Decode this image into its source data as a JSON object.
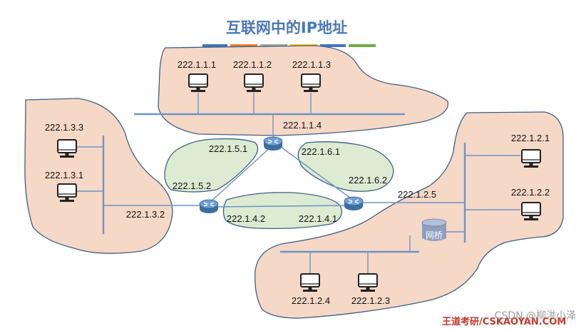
{
  "title": "互联网中的IP地址",
  "title_bar_colors": [
    "#4472c4",
    "#ed7d31",
    "#a5a5a5",
    "#ffc000",
    "#4472c4",
    "#70ad47"
  ],
  "network_top": {
    "hosts": [
      "222.1.1.1",
      "222.1.1.2",
      "222.1.1.3"
    ],
    "gateway": "222.1.1.4"
  },
  "network_left": {
    "hosts": [
      "222.1.3.3",
      "222.1.3.1"
    ],
    "gateway": "222.1.3.2"
  },
  "network_right": {
    "hosts": [
      "222.1.2.1",
      "222.1.2.2",
      "222.1.2.4",
      "222.1.2.3"
    ],
    "gateway": "222.1.2.5",
    "bridge_label": "网桥"
  },
  "link_r1_r2": {
    "a": "222.1.5.1",
    "b": "222.1.5.2"
  },
  "link_r1_r3": {
    "a": "222.1.6.1",
    "b": "222.1.6.2"
  },
  "link_r2_r3": {
    "a": "222.1.4.2",
    "b": "222.1.4.1"
  },
  "watermark_left": "王道考研/CSKAOYAN.COM",
  "watermark_right": "CSDN @柳洪小泽"
}
